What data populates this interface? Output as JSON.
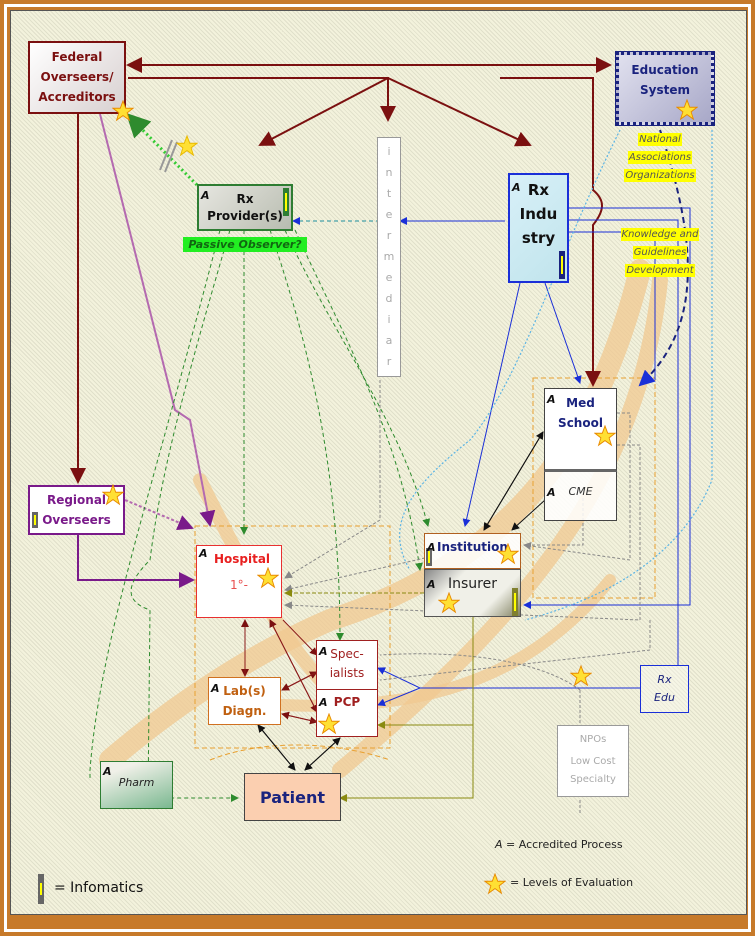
{
  "diagram": {
    "nodes": {
      "federal": {
        "label_lines": [
          "Federal",
          "Overseers/",
          "Accreditors"
        ],
        "color": "#7b1010"
      },
      "education": {
        "label_lines": [
          "Education",
          "System"
        ],
        "color": "#1a237e"
      },
      "national": {
        "label_lines": [
          "National",
          "Associations",
          "Organizations"
        ]
      },
      "knowledge": {
        "label_lines": [
          "Knowledge and",
          "Guidelines",
          "Development"
        ]
      },
      "rx_provider": {
        "label_lines": [
          "Rx",
          "Provider(s)"
        ],
        "accredited": "A"
      },
      "passive_observer": {
        "label": "Passive Observer?"
      },
      "intermediary": {
        "label": "intermediar"
      },
      "rx_industry": {
        "label_lines": [
          "Rx",
          "Indu",
          "stry"
        ],
        "accredited": "A"
      },
      "med_school": {
        "label_lines": [
          "Med",
          "School"
        ],
        "accredited": "A"
      },
      "cme": {
        "label": "CME",
        "accredited": "A"
      },
      "regional": {
        "label_lines": [
          "Regional",
          "Overseers"
        ]
      },
      "hospital": {
        "label": "Hospital",
        "sub": "1°-",
        "accredited": "A"
      },
      "institution": {
        "label": "Institution",
        "accredited": "A"
      },
      "insurer": {
        "label": "Insurer",
        "accredited": "A"
      },
      "specialists": {
        "label_lines": [
          "Spec-",
          "ialists"
        ],
        "accredited": "A"
      },
      "pcp": {
        "label": "PCP",
        "accredited": "A"
      },
      "labs": {
        "label_lines": [
          "Lab(s)",
          "Diagn."
        ],
        "accredited": "A"
      },
      "rx_edu": {
        "label_lines": [
          "Rx",
          "Edu"
        ]
      },
      "npos": {
        "label_lines": [
          "NPOs",
          "Low Cost",
          "Specialty"
        ]
      },
      "pharm": {
        "label": "Pharm",
        "accredited": "A"
      },
      "patient": {
        "label": "Patient"
      }
    },
    "legend": {
      "accredited_symbol": "A",
      "accredited_text": "= Accredited Process",
      "stars_text": "= Levels of Evaluation",
      "infomatics_text": "=  Infomatics"
    },
    "colors": {
      "oversight": "#7b1010",
      "industry": "#1a2fd8",
      "provider": "#2e8b2e",
      "regional": "#7a1a8a",
      "flow_band": "#f0c890",
      "star_fill": "#ffe033",
      "star_stroke": "#e88a00"
    }
  }
}
